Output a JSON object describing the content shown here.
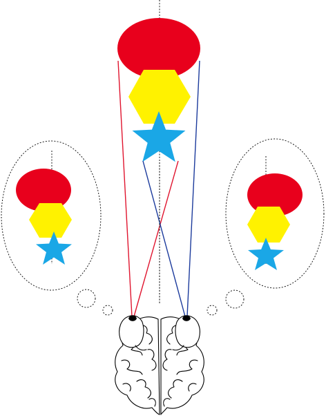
{
  "colors": {
    "ellipse": "#e8001c",
    "hexagon": "#fff200",
    "star": "#1aa7e6",
    "left_ray": "#e0142e",
    "right_ray": "#1b3a9c",
    "outline": "#000000"
  },
  "shapes": [
    "ellipse",
    "hexagon",
    "star"
  ],
  "icons": {
    "central_object": "object-stack-icon",
    "left_thought": "thought-bubble-icon",
    "right_thought": "thought-bubble-icon",
    "brain": "brain-icon",
    "left_eye": "eye-icon",
    "right_eye": "eye-icon"
  }
}
